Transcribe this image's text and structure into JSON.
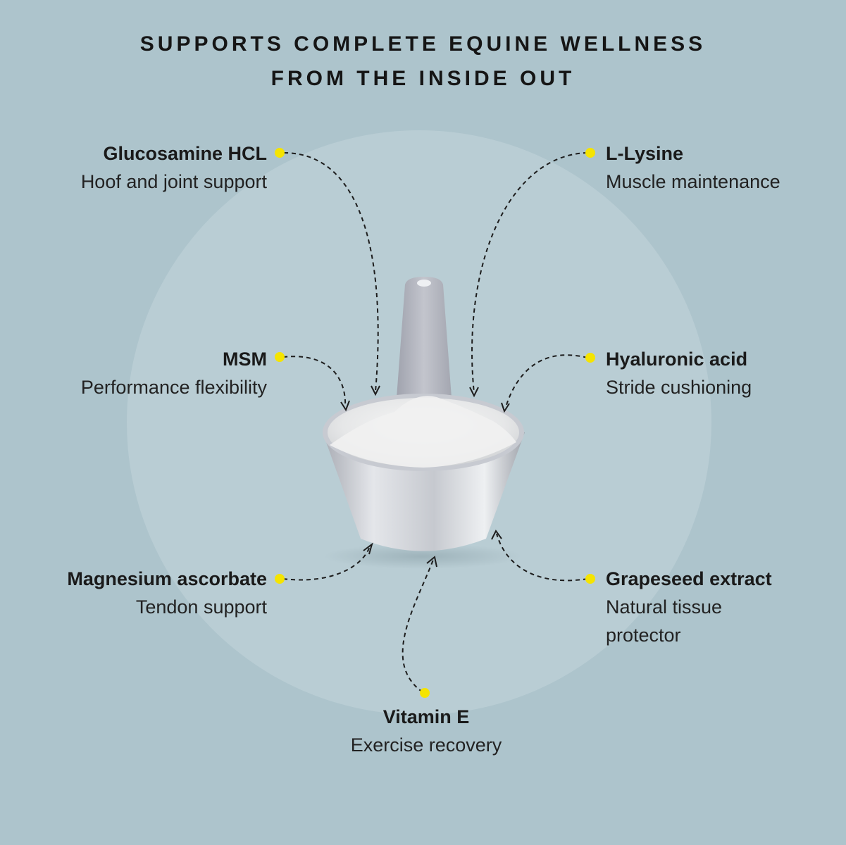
{
  "headline": {
    "line1": "SUPPORTS COMPLETE EQUINE WELLNESS",
    "line2": "FROM THE INSIDE OUT"
  },
  "ingredients": [
    {
      "id": "glucosamine",
      "name": "Glucosamine HCL",
      "desc": "Hoof and joint support"
    },
    {
      "id": "msm",
      "name": "MSM",
      "desc": "Performance flexibility"
    },
    {
      "id": "magnesium",
      "name": "Magnesium ascorbate",
      "desc": "Tendon support"
    },
    {
      "id": "lysine",
      "name": "L-Lysine",
      "desc": "Muscle maintenance"
    },
    {
      "id": "hyaluronic",
      "name": "Hyaluronic acid",
      "desc": "Stride cushioning"
    },
    {
      "id": "grapeseed",
      "name": "Grapeseed extract",
      "desc": "Natural tissue",
      "desc2": "protector"
    },
    {
      "id": "vitamin-e",
      "name": "Vitamin E",
      "desc": "Exercise recovery"
    }
  ],
  "colors": {
    "background": "#adc4cc",
    "circle": "#b9cdd4",
    "dot": "#f5e400",
    "text": "#151515"
  }
}
